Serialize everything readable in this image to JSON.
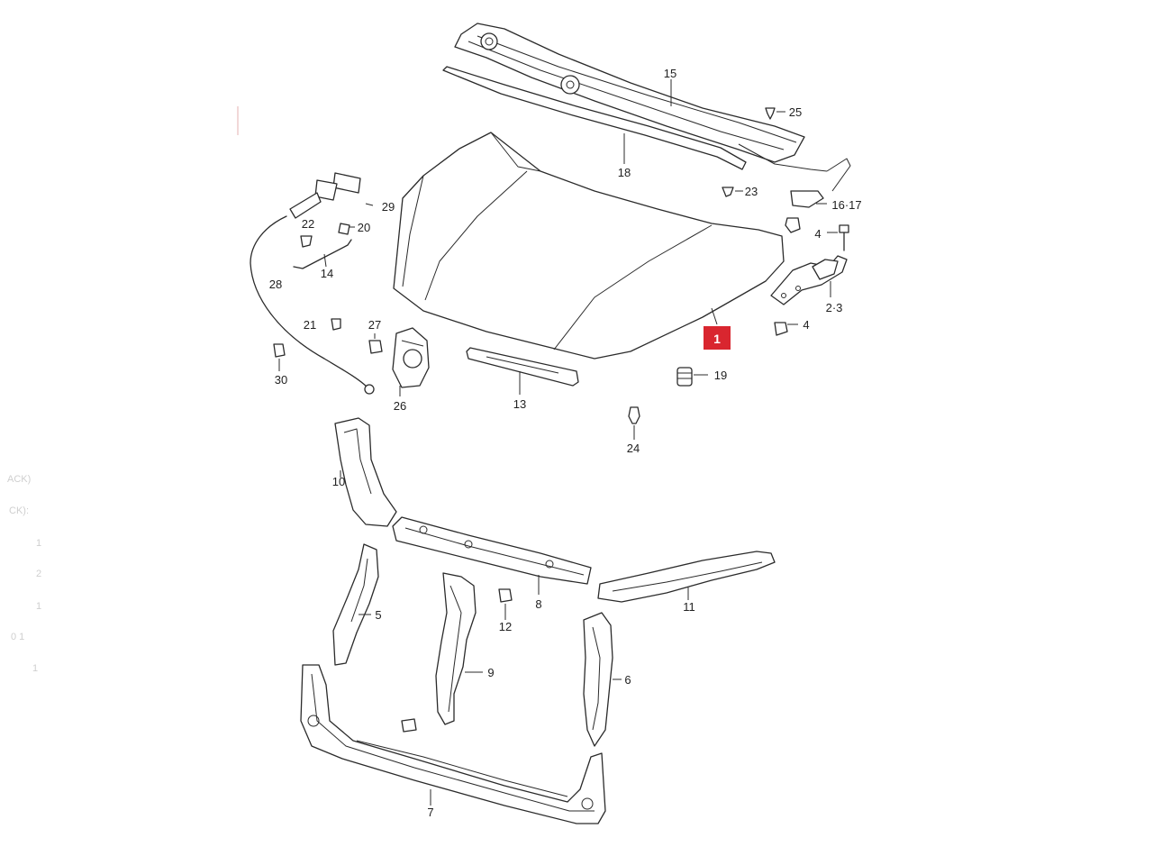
{
  "diagram": {
    "highlight_color": "#d9262f",
    "highlighted_callout": "1",
    "callouts": {
      "c1": "1",
      "c2_3": "2·3",
      "c4a": "4",
      "c4b": "4",
      "c5": "5",
      "c6": "6",
      "c7": "7",
      "c8": "8",
      "c9": "9",
      "c10": "10",
      "c11": "11",
      "c12": "12",
      "c13": "13",
      "c14": "14",
      "c15": "15",
      "c16_17": "16·17",
      "c18": "18",
      "c19": "19",
      "c20": "20",
      "c21": "21",
      "c22": "22",
      "c23": "23",
      "c24": "24",
      "c25": "25",
      "c26": "26",
      "c27": "27",
      "c28": "28",
      "c29": "29",
      "c30": "30"
    },
    "edge_fragments": [
      "ACK)",
      "CK):",
      "1",
      "2",
      "1",
      "0 1",
      "1"
    ]
  }
}
